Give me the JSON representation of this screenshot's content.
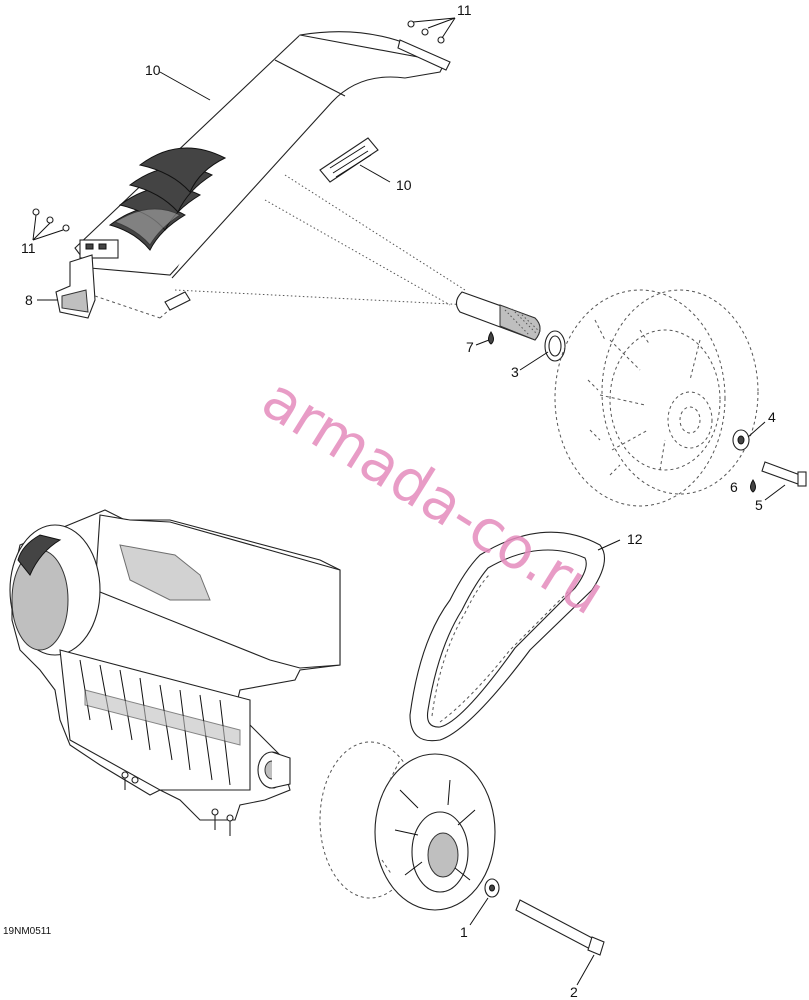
{
  "diagram": {
    "reference_code": "19NM0511",
    "watermark": "armada-co.ru",
    "callouts": {
      "c1": "1",
      "c2": "2",
      "c3": "3",
      "c4": "4",
      "c5": "5",
      "c6": "6",
      "c7": "7",
      "c8": "8",
      "c10a": "10",
      "c10b": "10",
      "c11a": "11",
      "c11b": "11",
      "c12": "12"
    },
    "parts": [
      "drive-pulley",
      "pulley-bolt",
      "spacer-ring",
      "washer",
      "bolt",
      "lubricant-symbol",
      "driven-shaft",
      "bracket",
      "belt-guard",
      "nut",
      "drive-belt",
      "driven-pulley",
      "engine"
    ]
  }
}
